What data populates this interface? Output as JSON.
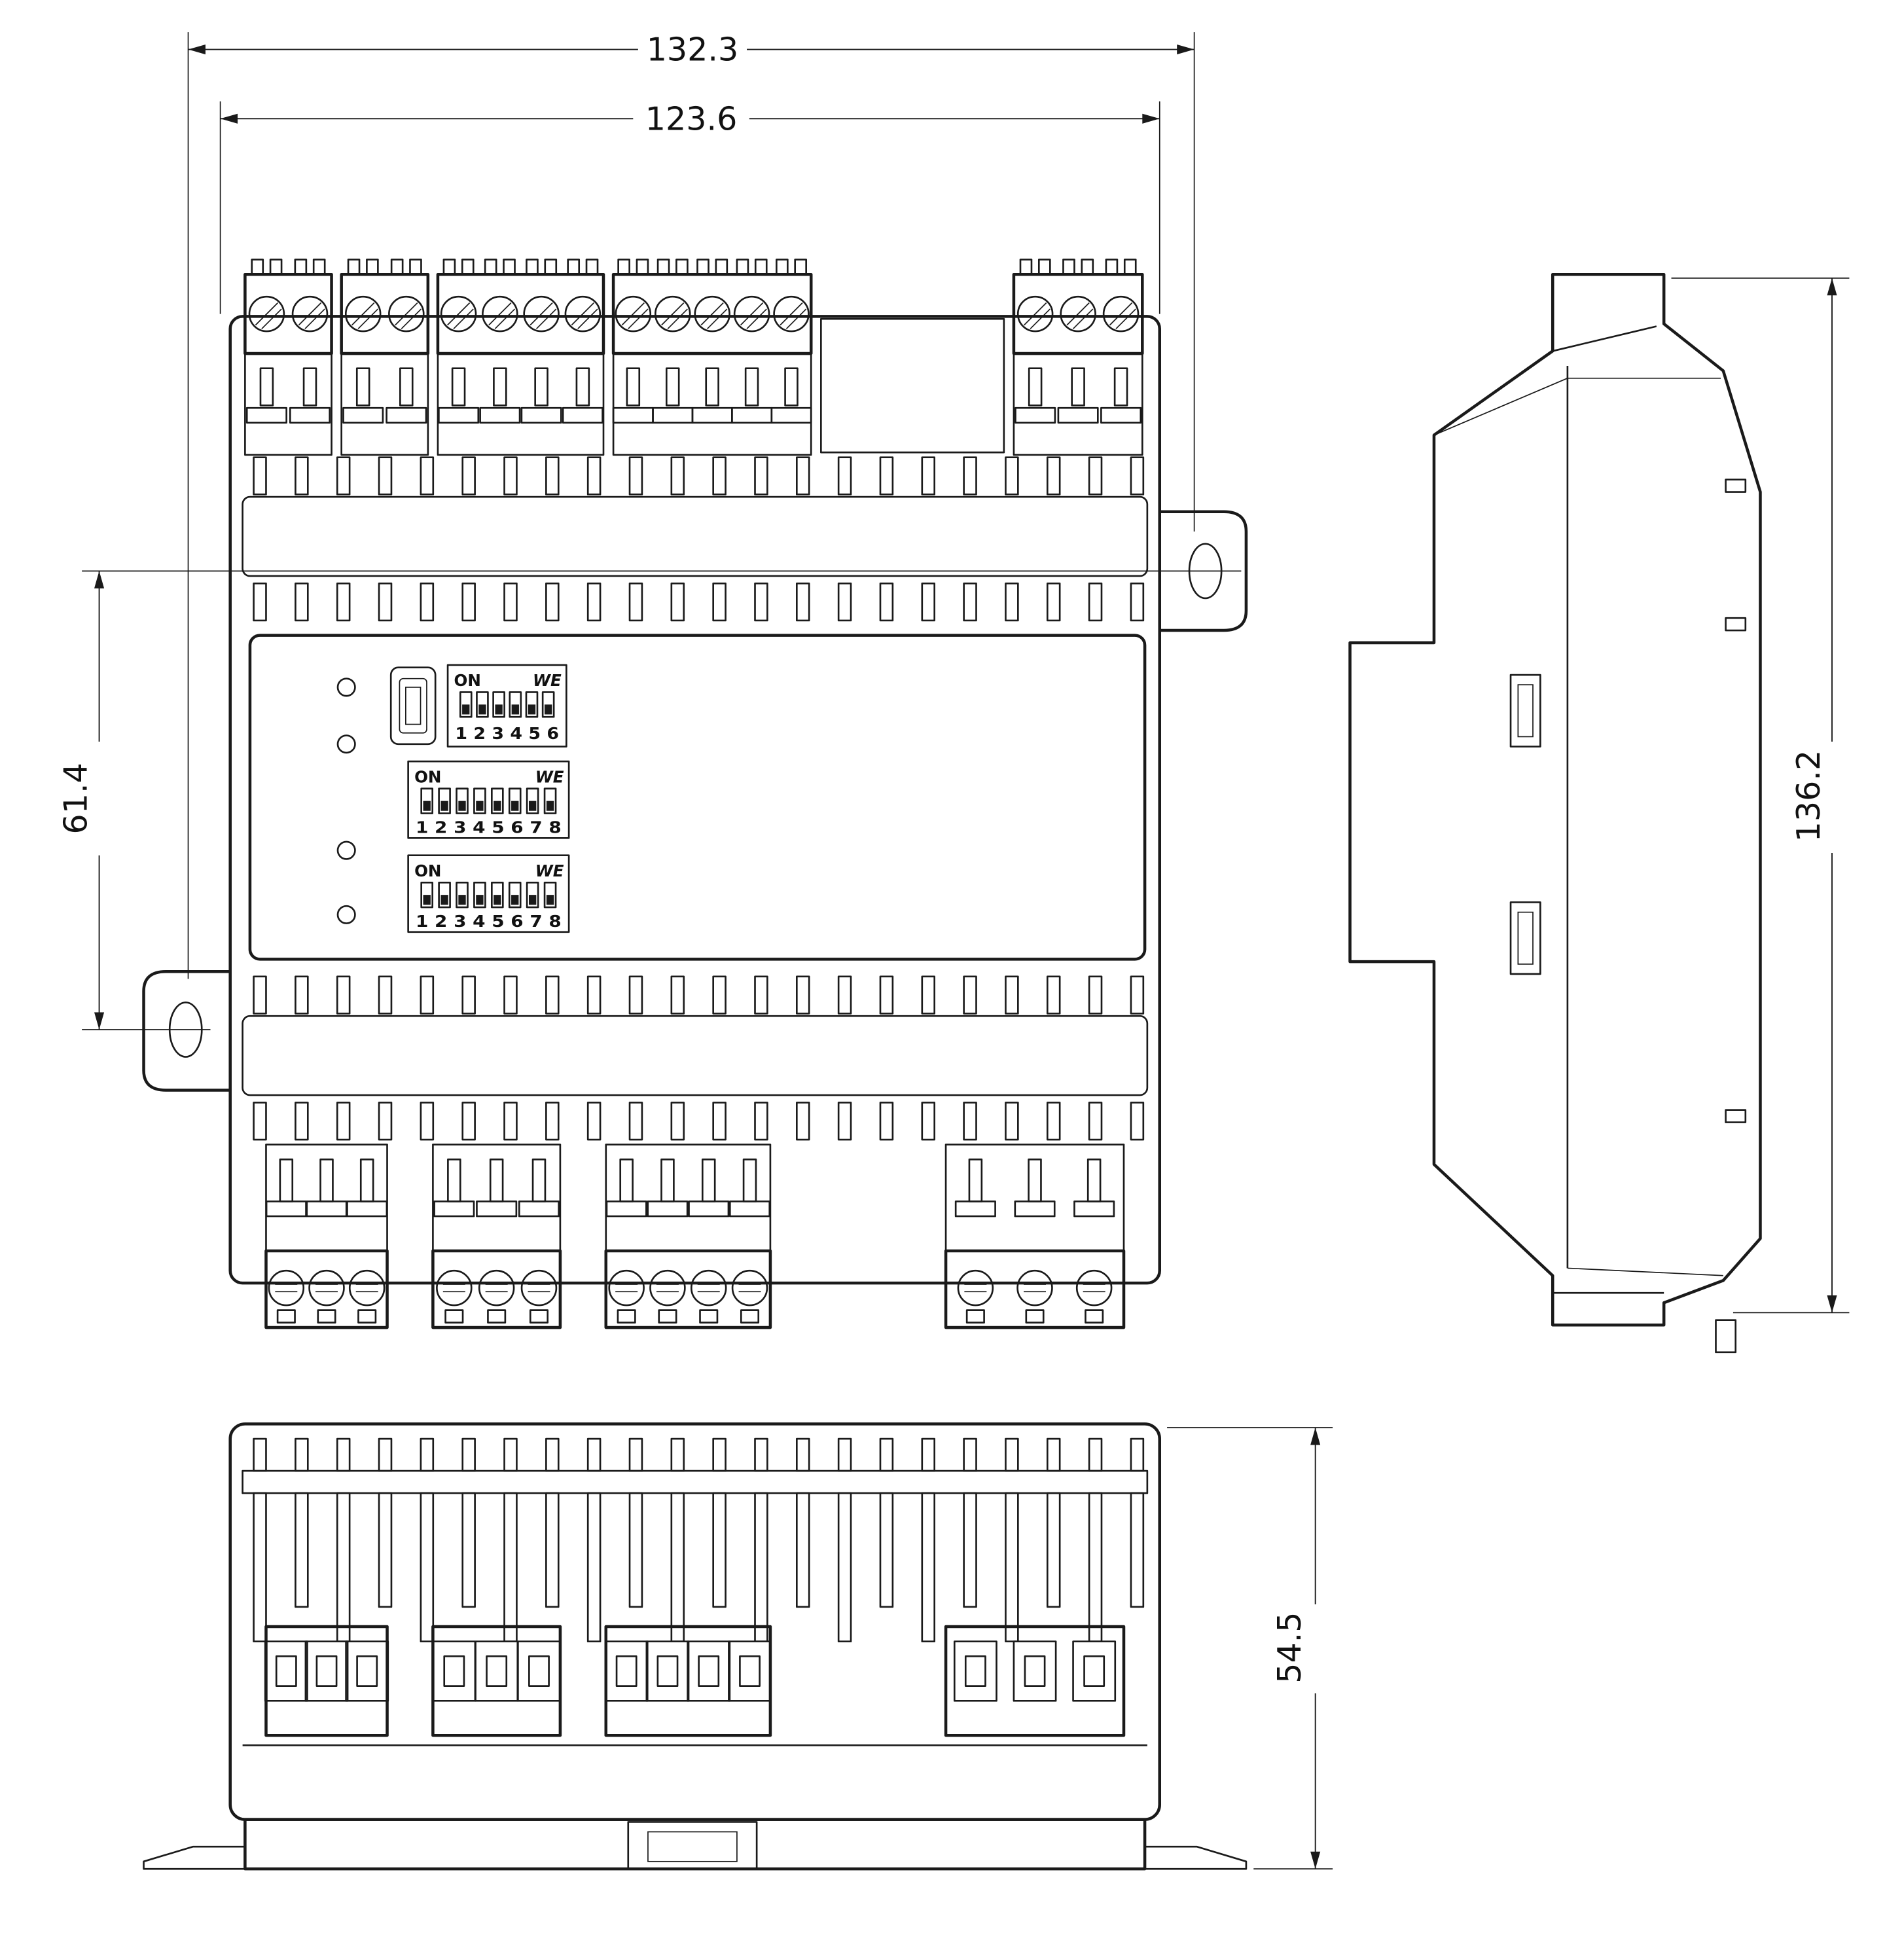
{
  "drawing": {
    "dim_width_overall": "132.3",
    "dim_width_body": "123.6",
    "dim_mount_height": "61.4",
    "dim_height_overall": "136.2",
    "dim_depth": "54.5"
  },
  "dip_switches": {
    "block1": {
      "on": "ON",
      "brand": "WE",
      "numbers": "1 2 3 4 5 6"
    },
    "block2": {
      "on": "ON",
      "brand": "WE",
      "numbers": "1 2 3 4 5 6 7 8"
    },
    "block3": {
      "on": "ON",
      "brand": "WE",
      "numbers": "1 2 3 4 5 6 7 8"
    }
  }
}
